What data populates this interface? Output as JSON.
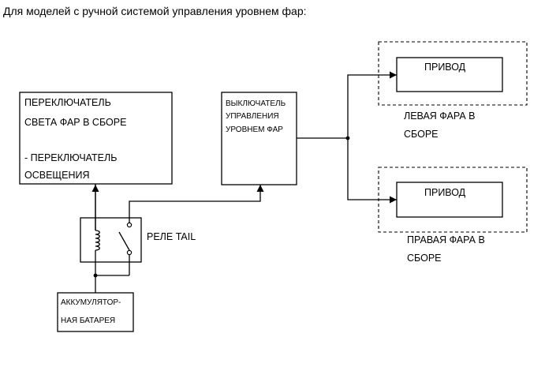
{
  "heading": "Для моделей с ручной системой управления уровнем фар:",
  "blocks": {
    "headlight_switch": {
      "lines": [
        "ПЕРЕКЛЮЧАТЕЛЬ",
        "СВЕТА ФАР В СБОРЕ",
        "- ПЕРЕКЛЮЧАТЕЛЬ",
        "ОСВЕЩЕНИЯ"
      ]
    },
    "level_switch": {
      "lines": [
        "ВЫКЛЮЧАТЕЛЬ",
        "УПРАВЛЕНИЯ",
        "УРОВНЕМ ФАР"
      ]
    },
    "left_actuator": {
      "label": "ПРИВОД"
    },
    "left_headlamp": {
      "lines": [
        "ЛЕВАЯ ФАРА В",
        "СБОРЕ"
      ]
    },
    "right_actuator": {
      "label": "ПРИВОД"
    },
    "right_headlamp": {
      "lines": [
        "ПРАВАЯ ФАРА В",
        "СБОРЕ"
      ]
    },
    "tail_relay": {
      "label": "РЕЛЕ TAIL"
    },
    "battery": {
      "lines": [
        "АККУМУЛЯТОР-",
        "НАЯ БАТАРЕЯ"
      ]
    }
  }
}
